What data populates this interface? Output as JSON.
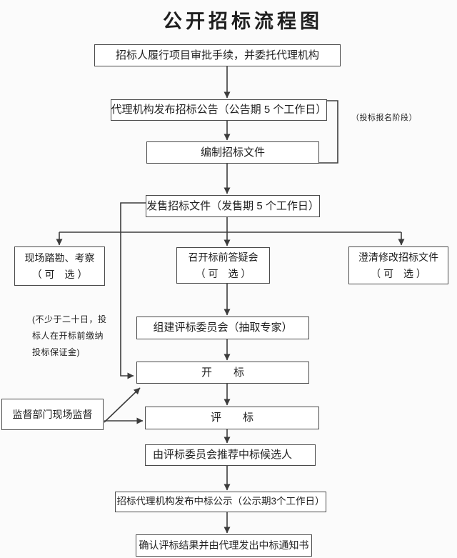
{
  "colors": {
    "background": "#fbfbfb",
    "box_fill": "#ffffff",
    "border": "#4a4a4a",
    "line": "#3c3c3c",
    "text": "#1f1f1f"
  },
  "title": "公开招标流程图",
  "nodes": {
    "approval": {
      "label": "招标人履行项目审批手续，并委托代理机构"
    },
    "announce": {
      "label": "代理机构发布招标公告（公告期 5 个工作日）"
    },
    "prepare_docs": {
      "label": "编制招标文件"
    },
    "sell_docs": {
      "label": "发售招标文件（发售期 5 个工作日）"
    },
    "site_visit": {
      "line1": "现场踏勘、考察",
      "line2": "（ 可　选 ）"
    },
    "qa_meeting": {
      "line1": "召开标前答疑会",
      "line2": "（ 可　选 ）"
    },
    "clarify": {
      "line1": "澄清修改招标文件",
      "line2": "（ 可　选 ）"
    },
    "committee": {
      "label": "组建评标委员会（抽取专家）"
    },
    "bid_opening": {
      "label": "开　　标"
    },
    "bid_evaluation": {
      "label": "评　　标"
    },
    "supervision": {
      "label": "监督部门现场监督"
    },
    "recommend": {
      "label": "由评标委员会推荐中标候选人"
    },
    "publicity": {
      "label": "招标代理机构发布中标公示（公示期3个工作日）"
    },
    "confirm": {
      "label": "确认评标结果并由代理发出中标通知书"
    }
  },
  "annotations": {
    "phase": "（投标报名阶段）",
    "deposit_lines": [
      "(不少于二十日，投",
      "标人在开标前缴纳",
      "投标保证金)"
    ]
  }
}
